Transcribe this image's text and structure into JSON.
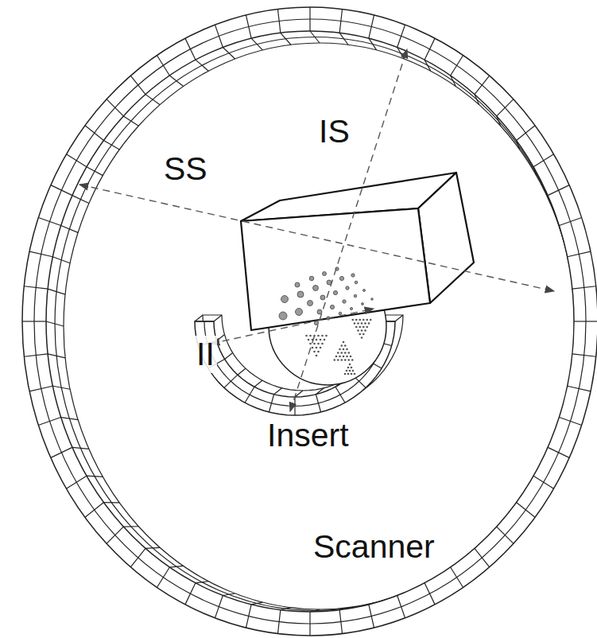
{
  "diagram": {
    "labels": [
      "IS",
      "SS",
      "II",
      "Insert",
      "Scanner"
    ]
  }
}
